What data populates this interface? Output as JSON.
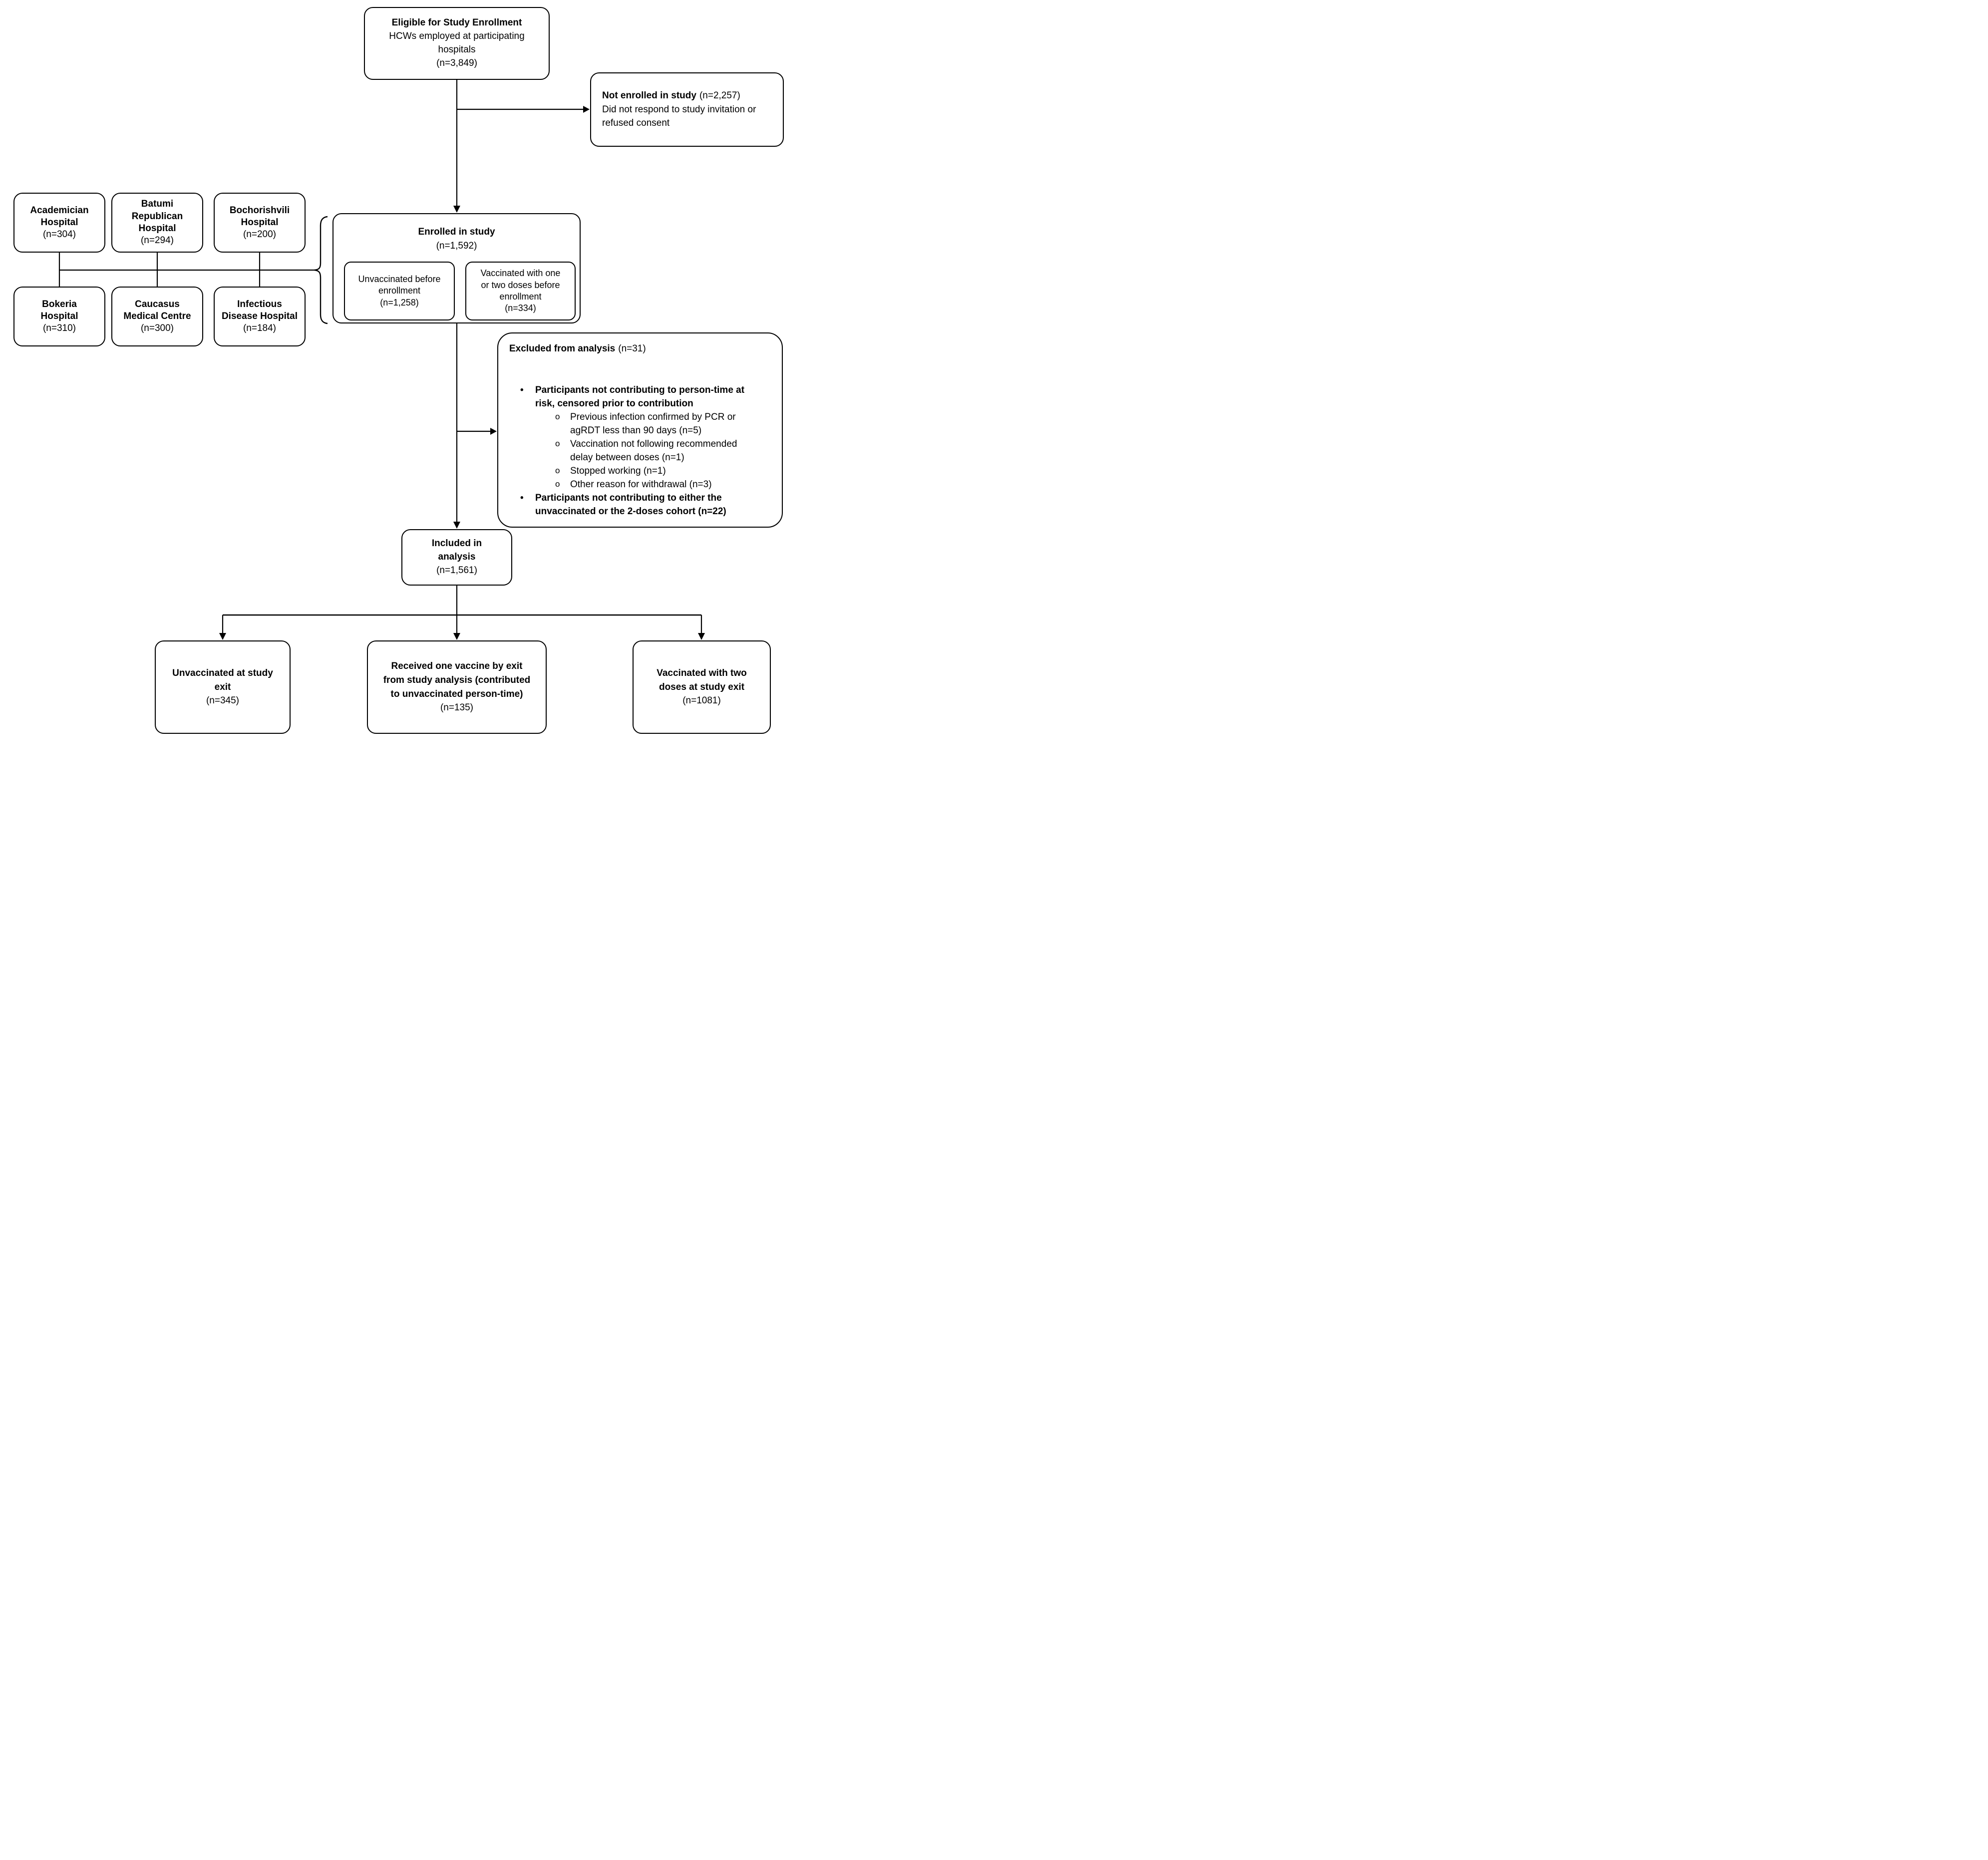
{
  "colors": {
    "background": "#ffffff",
    "stroke": "#000000",
    "text": "#000000"
  },
  "ui": {
    "bullet_marker": "•",
    "sub_bullet_marker": "o"
  },
  "nodes": {
    "eligible": {
      "title": "Eligible for Study Enrollment",
      "subtitle_lines": [
        "HCWs employed at participating",
        "hospitals"
      ],
      "n": "(n=3,849)"
    },
    "not_enrolled": {
      "title": "Not enrolled in study",
      "n": "(n=2,257)",
      "desc_lines": [
        "Did not respond to study invitation or",
        "refused consent"
      ]
    },
    "hospitals": [
      {
        "name_lines": [
          "Academician",
          "Hospital"
        ],
        "n": "(n=304)"
      },
      {
        "name_lines": [
          "Batumi",
          "Republican",
          "Hospital"
        ],
        "n": "(n=294)"
      },
      {
        "name_lines": [
          "Bochorishvili",
          "Hospital"
        ],
        "n": "(n=200)"
      },
      {
        "name_lines": [
          "Bokeria",
          "Hospital"
        ],
        "n": "(n=310)"
      },
      {
        "name_lines": [
          "Caucasus",
          "Medical Centre"
        ],
        "n": "(n=300)"
      },
      {
        "name_lines": [
          "Infectious",
          "Disease Hospital"
        ],
        "n": "(n=184)"
      }
    ],
    "enrolled": {
      "title": "Enrolled in study",
      "n": "(n=1,592)",
      "sub_left": {
        "lines": [
          "Unvaccinated before",
          "enrollment"
        ],
        "n": "(n=1,258)"
      },
      "sub_right": {
        "lines": [
          "Vaccinated with one",
          "or two doses before",
          "enrollment"
        ],
        "n": "(n=334)"
      }
    },
    "excluded": {
      "title": "Excluded from analysis",
      "n": "(n=31)",
      "bullet1": "Participants not contributing to person-time at risk, censored prior to contribution",
      "sub_bullets": [
        "Previous infection confirmed by PCR or agRDT less than 90 days (n=5)",
        "Vaccination not following recommended delay between doses (n=1)",
        "Stopped working (n=1)",
        "Other reason for withdrawal (n=3)"
      ],
      "bullet2": "Participants not contributing to either the unvaccinated or the 2-doses cohort (n=22)"
    },
    "included": {
      "title_lines": [
        "Included in",
        "analysis"
      ],
      "n": "(n=1,561)"
    },
    "exit_left": {
      "title_lines": [
        "Unvaccinated at study",
        "exit"
      ],
      "n": "(n=345)"
    },
    "exit_mid": {
      "title_lines": [
        "Received one vaccine by exit",
        "from study analysis (contributed",
        "to unvaccinated person-time)"
      ],
      "n": "(n=135)"
    },
    "exit_right": {
      "title_lines": [
        "Vaccinated with two",
        "doses at study exit"
      ],
      "n": "(n=1081)"
    }
  }
}
